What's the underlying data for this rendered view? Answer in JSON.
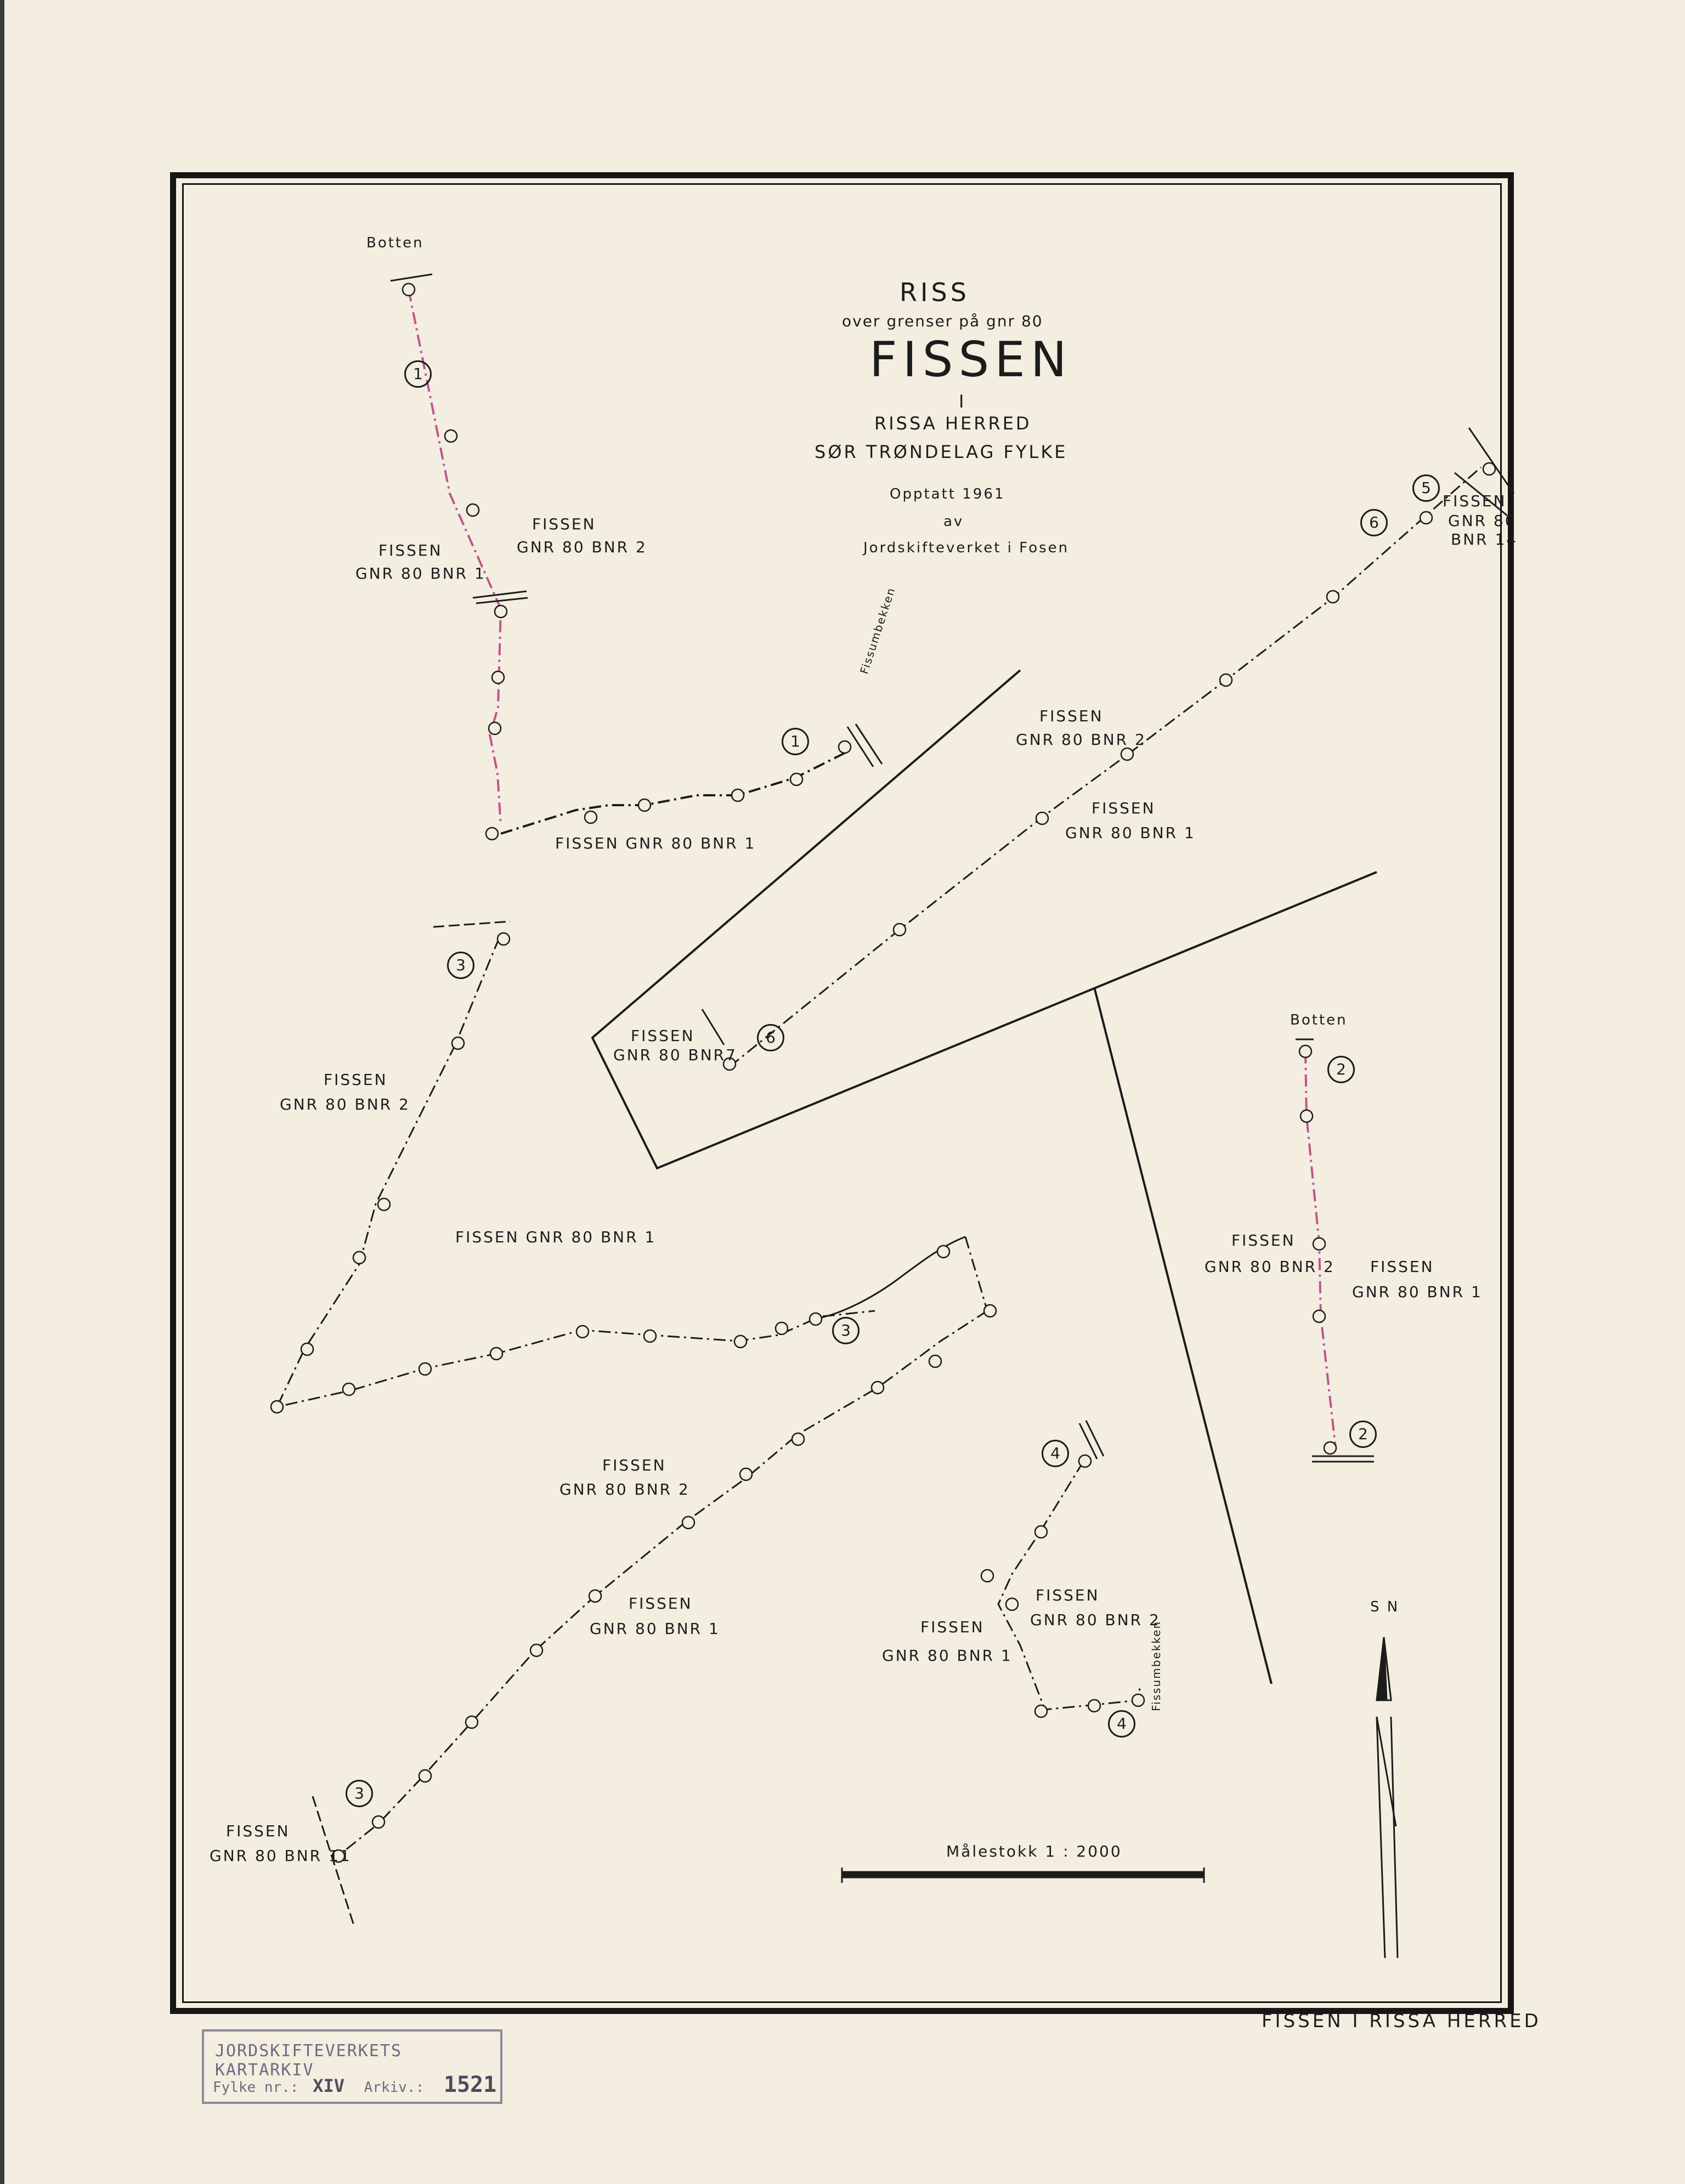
{
  "colors": {
    "paper": "#f3eee0",
    "ink": "#1c1c1c",
    "boundary_pink": "#c2548f",
    "stamp": "#6e6a80"
  },
  "title": {
    "riss": "RISS",
    "sub": "over grenser på gnr 80",
    "name": "FISSEN",
    "i": "I",
    "herred": "RISSA HERRED",
    "fylke": "SØR TRØNDELAG FYLKE",
    "opptatt": "Opptatt 1961",
    "av": "av",
    "by": "Jordskifteverket i Fosen"
  },
  "labels": {
    "botten": "Botten",
    "fissen": "FISSEN",
    "bnr1": "GNR 80 BNR 1",
    "bnr2": "GNR 80 BNR 2",
    "bnr2b": "GNR 80 BNR 2",
    "bnr7": "GNR 80 BNR7",
    "bnr11": "GNR 80 BNR 11",
    "gnr80": "GNR 80",
    "bnr14": "BNR 14",
    "fissen_bnr1_inline": "FISSEN  GNR 80 BNR 1",
    "fissumbekken": "Fissumbekken"
  },
  "line_numbers": {
    "one": "1",
    "two": "2",
    "three": "3",
    "four": "4",
    "five": "5",
    "six": "6"
  },
  "scale": {
    "label": "Målestokk  1 : 2000"
  },
  "compass": {
    "label": "S N"
  },
  "footer": "FISSEN I RISSA HERRED",
  "stamp": {
    "header": "JORDSKIFTEVERKETS KARTARKIV",
    "fylke_label": "Fylke nr.:",
    "fylke_value": "XIV",
    "arkiv_label": "Arkiv.:",
    "arkiv_value": "1521"
  }
}
